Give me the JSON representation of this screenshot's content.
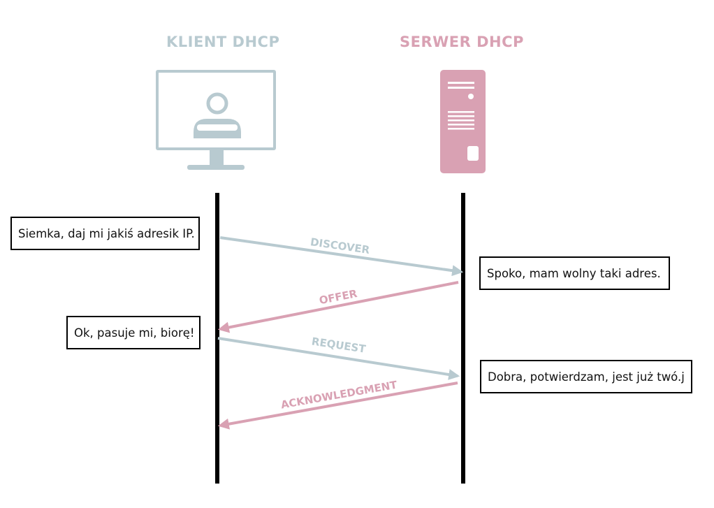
{
  "headings": {
    "client": "KLIENT DHCP",
    "server": "SERWER DHCP"
  },
  "icons": {
    "client": "computer-monitor-user-icon",
    "server": "server-tower-icon"
  },
  "messages": [
    {
      "label": "DISCOVER",
      "direction": "client-to-server",
      "color": "#b8cad0"
    },
    {
      "label": "OFFER",
      "direction": "server-to-client",
      "color": "#d9a1b3"
    },
    {
      "label": "REQUEST",
      "direction": "client-to-server",
      "color": "#b8cad0"
    },
    {
      "label": "ACKNOWLEDGMENT",
      "direction": "server-to-client",
      "color": "#d9a1b3"
    }
  ],
  "bubbles": [
    {
      "side": "client",
      "text": "Siemka, daj mi jakiś adresik IP."
    },
    {
      "side": "server",
      "text": "Spoko, mam wolny taki adres."
    },
    {
      "side": "client",
      "text": "Ok, pasuje mi, biorę!"
    },
    {
      "side": "server",
      "text": "Dobra, potwierdzam, jest już twó.j"
    }
  ],
  "colors": {
    "client": "#b8cad0",
    "server": "#d9a1b3",
    "lifeline": "#000000"
  }
}
